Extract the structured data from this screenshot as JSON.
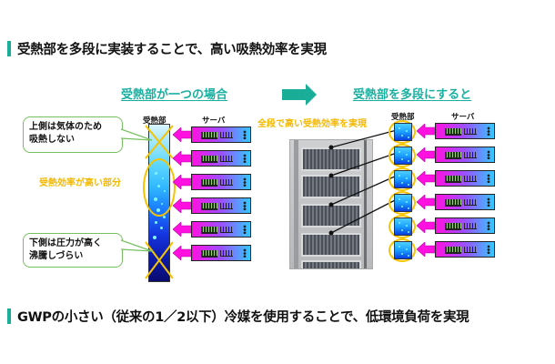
{
  "headings": {
    "top": "受熱部を多段に実装することで、高い吸熱効率を実現",
    "bottom": "GWPの小さい（従来の1／2以下）冷媒を使用することで、低環境負荷を実現"
  },
  "left_panel": {
    "subtitle": "受熱部が一つの場合",
    "heat_receiver_label": "受熱部",
    "server_label": "サーバ",
    "callout_top": "上側は気体のため\n吸熱しない",
    "callout_top_line1": "上側は気体のため",
    "callout_top_line2": "吸熱しない",
    "highlight_text": "受熱効率が高い部分",
    "callout_bottom_line1": "下側は圧力が高く",
    "callout_bottom_line2": "沸騰しづらい",
    "server_count": 6
  },
  "right_panel": {
    "subtitle": "受熱部を多段にすると",
    "heat_receiver_label": "受熱部",
    "server_label": "サーバ",
    "highlight_text": "全段で高い受熱効率を実現",
    "server_count": 6,
    "photo_description": "multi-stage heat receiver photo"
  },
  "icons": {
    "transition_arrow": "right-arrow-icon",
    "heat_flow_arrow": "left-arrow-icon",
    "no_absorb_mark": "cross-icon"
  },
  "colors": {
    "accent": "#1aae98",
    "subtitle": "#1ab0a0",
    "highlight": "#f5b800",
    "callout_border": "#77c060",
    "flow_arrow": "#ff10e0"
  }
}
